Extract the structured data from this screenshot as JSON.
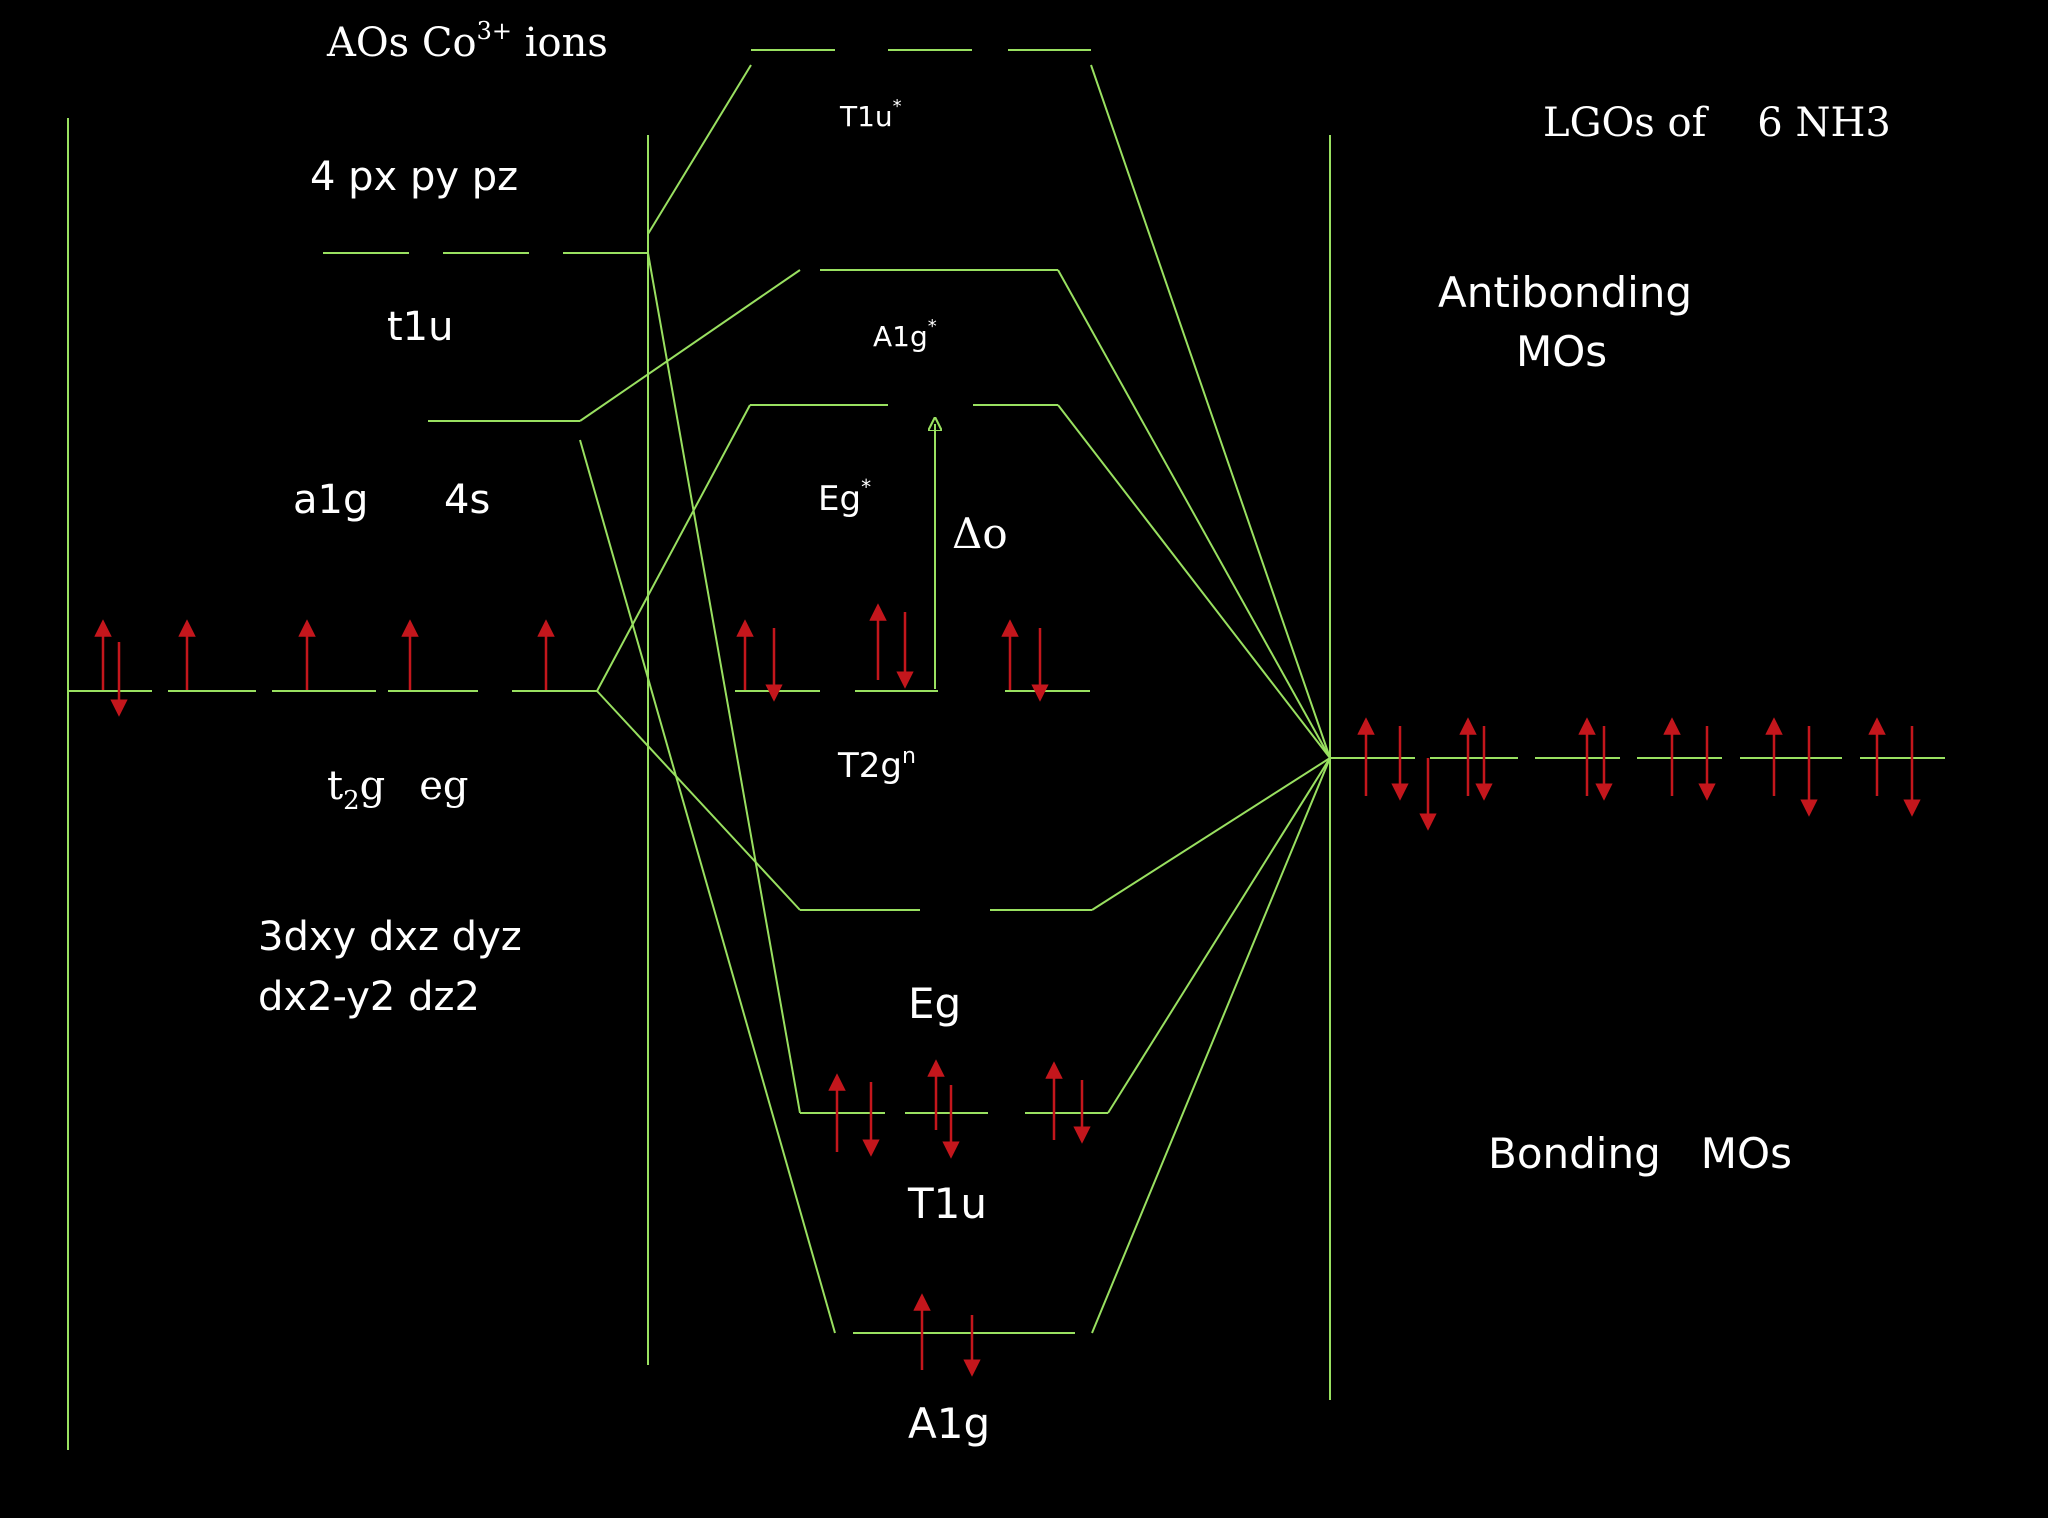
{
  "colors": {
    "background": "#000000",
    "line": "#99e060",
    "electron": "#c4161c",
    "text": "#ffffff"
  },
  "metal": {
    "title": {
      "prefix": "AOs Co",
      "charge": "3+",
      "suffix": " ions"
    },
    "p_orbitals": "4 px py pz",
    "p_symmetry": "t1u",
    "s_symmetry": "a1g",
    "s_orbital": "4s",
    "d_symmetry": {
      "t_main": "t",
      "t_sub": "2",
      "t_tail": "g",
      "e": "eg"
    },
    "d_orbitals_line1": "3dxy dxz dyz",
    "d_orbitals_line2": "dx2-y2  dz2"
  },
  "ligand": {
    "title": "LGOs of    6 NH3"
  },
  "mo": {
    "t1u_star": {
      "base": "T1u",
      "sup": "*"
    },
    "a1g_star": {
      "base": "A1g",
      "sup": "*"
    },
    "eg_star": {
      "base": "Eg",
      "sup": "*"
    },
    "delta": "Δo",
    "t2g": {
      "base": "T2g",
      "sup": "n"
    },
    "eg": "Eg",
    "t1u": "T1u",
    "a1g": "A1g"
  },
  "regions": {
    "antibonding_line1": "Antibonding",
    "antibonding_line2": "MOs",
    "bonding": "Bonding   MOs"
  }
}
